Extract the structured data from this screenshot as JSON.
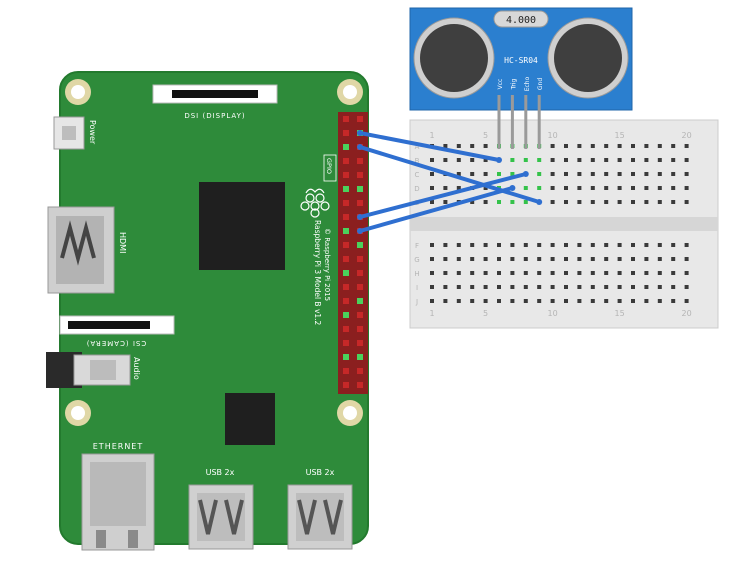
{
  "colors": {
    "pcb": "#2e8b3a",
    "pcb_edge": "#237a2e",
    "chip": "#222222",
    "silver": "#c9c9c9",
    "header": "#8b1f1f",
    "sensor": "#2b7fcf",
    "breadboard": "#e8e8e8",
    "wire": "#2f6fd0",
    "hole": "#3a3a3a",
    "hole_green": "#34c24a"
  },
  "pi": {
    "power_label": "Power",
    "dsi_label": "DSI (DISPLAY)",
    "hdmi_label": "HDMI",
    "csi_label": "CSI (CAMERA)",
    "audio_label": "Audio",
    "ethernet_label": "ETHERNET",
    "usb1_label": "USB 2x",
    "usb2_label": "USB 2x",
    "gpio_label": "GPIO",
    "model_label": "Raspberry Pi 3 Model B v1.2",
    "copyright_label": "© Raspberry Pi 2015"
  },
  "sensor": {
    "crystal_label": "4.000",
    "model_label": "HC-SR04",
    "pins": [
      "Vcc",
      "Trig",
      "Echo",
      "Gnd"
    ]
  },
  "breadboard": {
    "column_numbers": [
      "1",
      "5",
      "10",
      "15",
      "20"
    ],
    "rows_top": [
      "A",
      "B",
      "C",
      "D",
      "E"
    ],
    "rows_bottom": [
      "F",
      "G",
      "H",
      "I",
      "J"
    ]
  }
}
